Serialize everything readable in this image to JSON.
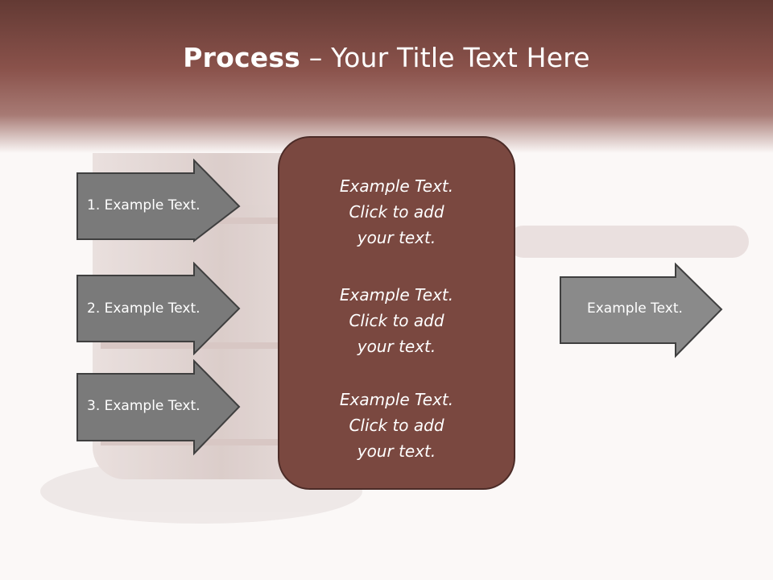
{
  "slide": {
    "title_bold": "Process",
    "title_rest": " – Your Title Text Here"
  },
  "colors": {
    "header": "#7e4a43",
    "center_box": "#7a4840",
    "arrow_fill": "#7a7a7a",
    "arrow_light": "#8a8a8a"
  },
  "inputs": [
    {
      "label": "1. Example Text."
    },
    {
      "label": "2. Example Text."
    },
    {
      "label": "3. Example Text."
    }
  ],
  "center": {
    "blocks": [
      {
        "line1": "Example Text.",
        "line2": "Click  to add",
        "line3": "your text."
      },
      {
        "line1": "Example Text.",
        "line2": "Click  to add",
        "line3": "your text."
      },
      {
        "line1": "Example Text.",
        "line2": "Click  to add",
        "line3": "your text."
      }
    ]
  },
  "output": {
    "label": "Example Text."
  }
}
